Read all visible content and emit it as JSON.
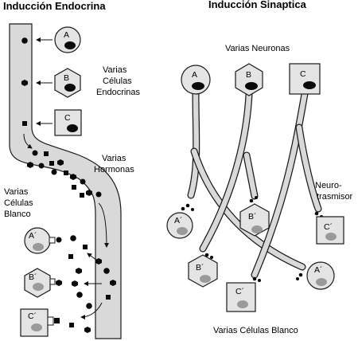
{
  "titles": {
    "endocrine": "Inducción Endocrina",
    "synaptic": "Inducción Sinaptica"
  },
  "endocrine": {
    "cells": [
      "A",
      "B",
      "C"
    ],
    "cells_label": [
      "Varias",
      "Células",
      "Endocrinas"
    ],
    "hormones_label": [
      "Varias",
      "Hormonas"
    ],
    "targets_label": [
      "Varias",
      "Células",
      "Blanco"
    ],
    "targets": [
      "A´",
      "B´",
      "C´"
    ]
  },
  "synaptic": {
    "neurons_label": "Varias Neuronas",
    "neurons": [
      "A",
      "B",
      "C"
    ],
    "neurotransmitter_label": [
      "Neuro-",
      "trasmisor"
    ],
    "targets": [
      "A´",
      "B´",
      "C´",
      "A´"
    ],
    "targets_label": "Varias Células Blanco"
  },
  "colors": {
    "vessel_fill": "#d9d9d9",
    "cell_fill": "#e4e4e4",
    "nucleus_dark": "#0a0a0a",
    "nucleus_gray": "#9a9a9a",
    "stroke": "#1a1a1a"
  }
}
